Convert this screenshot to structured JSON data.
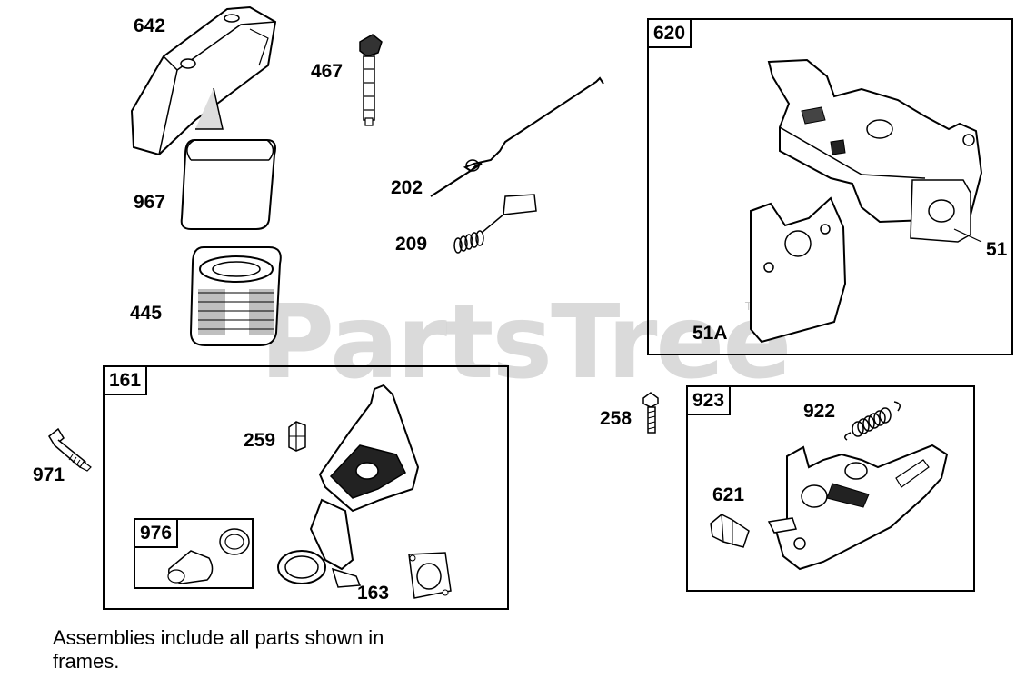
{
  "watermark": {
    "brand": "PartsTree",
    "trademark": "TM"
  },
  "labels": {
    "p642": "642",
    "p467": "467",
    "p967": "967",
    "p202": "202",
    "p209": "209",
    "p445": "445",
    "p51": "51",
    "p51a": "51A",
    "p258": "258",
    "p922": "922",
    "p259": "259",
    "p971": "971",
    "p621": "621",
    "p163": "163"
  },
  "frames": {
    "f620": "620",
    "f161": "161",
    "f976": "976",
    "f923": "923"
  },
  "footnote": "Assemblies include all parts shown in frames."
}
